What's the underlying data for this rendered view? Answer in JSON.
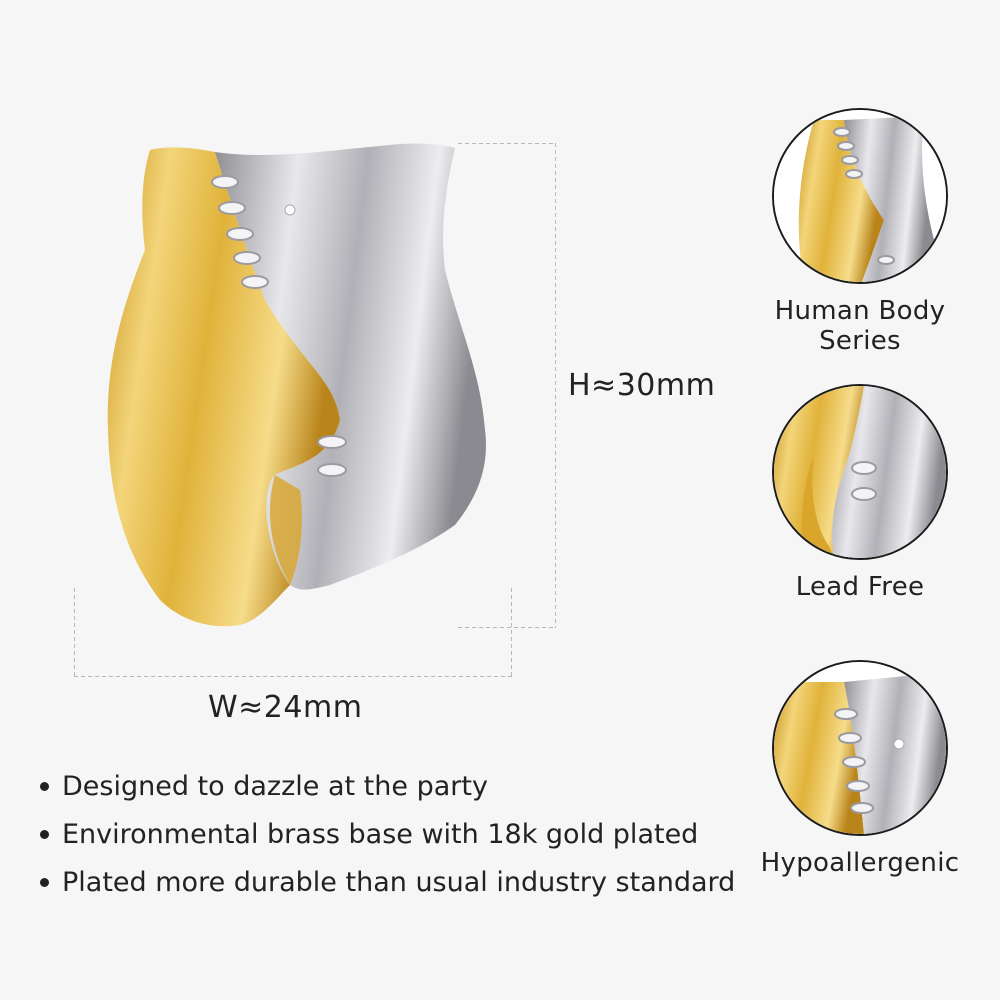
{
  "dimensions": {
    "height_label": "H≈30mm",
    "width_label": "W≈24mm"
  },
  "bullets": [
    "Designed to dazzle at the party",
    "Environmental brass base with 18k gold plated",
    "Plated more durable than usual industry standard"
  ],
  "features": [
    {
      "label": "Human Body Series",
      "icon": "torso-closeup-image"
    },
    {
      "label": "Lead Free",
      "icon": "lacing-closeup-image"
    },
    {
      "label": "Hypoallergenic",
      "icon": "stitch-closeup-image"
    }
  ],
  "colors": {
    "gold": "#e2b63a",
    "silver": "#c9c9cd",
    "background": "#f6f6f7"
  }
}
